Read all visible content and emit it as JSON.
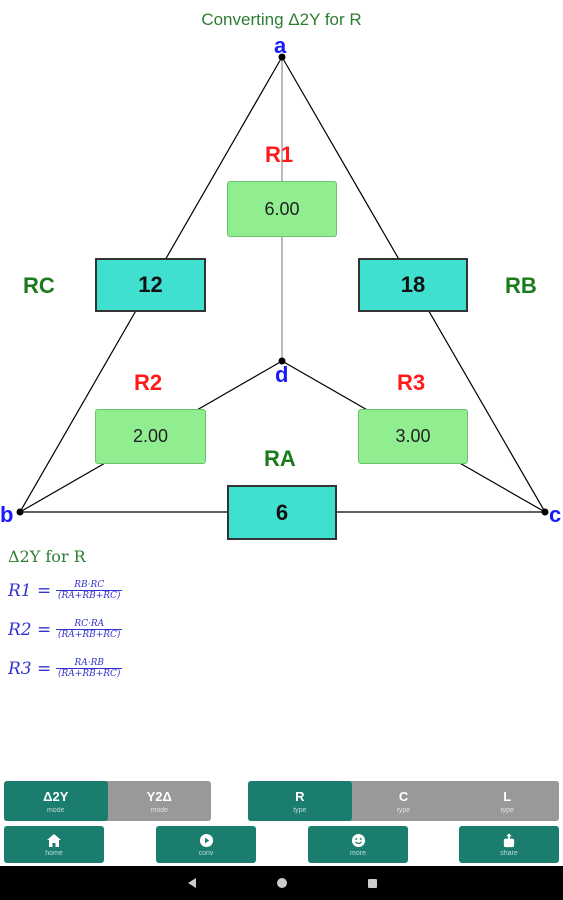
{
  "title": "Converting Δ2Y for R",
  "nodes": {
    "a": "a",
    "b": "b",
    "c": "c",
    "d": "d"
  },
  "wye": {
    "r1": {
      "label": "R1",
      "value": "6.00"
    },
    "r2": {
      "label": "R2",
      "value": "2.00"
    },
    "r3": {
      "label": "R3",
      "value": "3.00"
    }
  },
  "delta": {
    "ra": {
      "label": "RA",
      "value": "6"
    },
    "rb": {
      "label": "RB",
      "value": "18"
    },
    "rc": {
      "label": "RC",
      "value": "12"
    }
  },
  "formulas": {
    "title": "Δ2Y for R",
    "items": [
      {
        "lhs": "R1 =",
        "num": "RB·RC",
        "den": "(RA+RB+RC)"
      },
      {
        "lhs": "R2 =",
        "num": "RC·RA",
        "den": "(RA+RB+RC)"
      },
      {
        "lhs": "R3 =",
        "num": "RA·RB",
        "den": "(RA+RB+RC)"
      }
    ]
  },
  "mode_toolbar": [
    {
      "label": "Δ2Y",
      "sub": "mode",
      "active": true
    },
    {
      "label": "Y2Δ",
      "sub": "mode",
      "active": false
    }
  ],
  "type_toolbar": [
    {
      "label": "R",
      "sub": "type",
      "active": true
    },
    {
      "label": "C",
      "sub": "type",
      "active": false
    },
    {
      "label": "L",
      "sub": "type",
      "active": false
    }
  ],
  "nav": [
    {
      "sub": "home",
      "icon": "home-icon"
    },
    {
      "sub": "conv",
      "icon": "play-circle-icon"
    },
    {
      "sub": "more",
      "icon": "smiley-icon"
    },
    {
      "sub": "share",
      "icon": "share-icon"
    }
  ],
  "colors": {
    "accent": "#1b7d6e",
    "teal_box": "#40e0d0",
    "green_box": "#90ee90",
    "node_label": "#1a1aff",
    "wye_label": "#ff1a1a",
    "delta_label": "#1b7a1b"
  }
}
